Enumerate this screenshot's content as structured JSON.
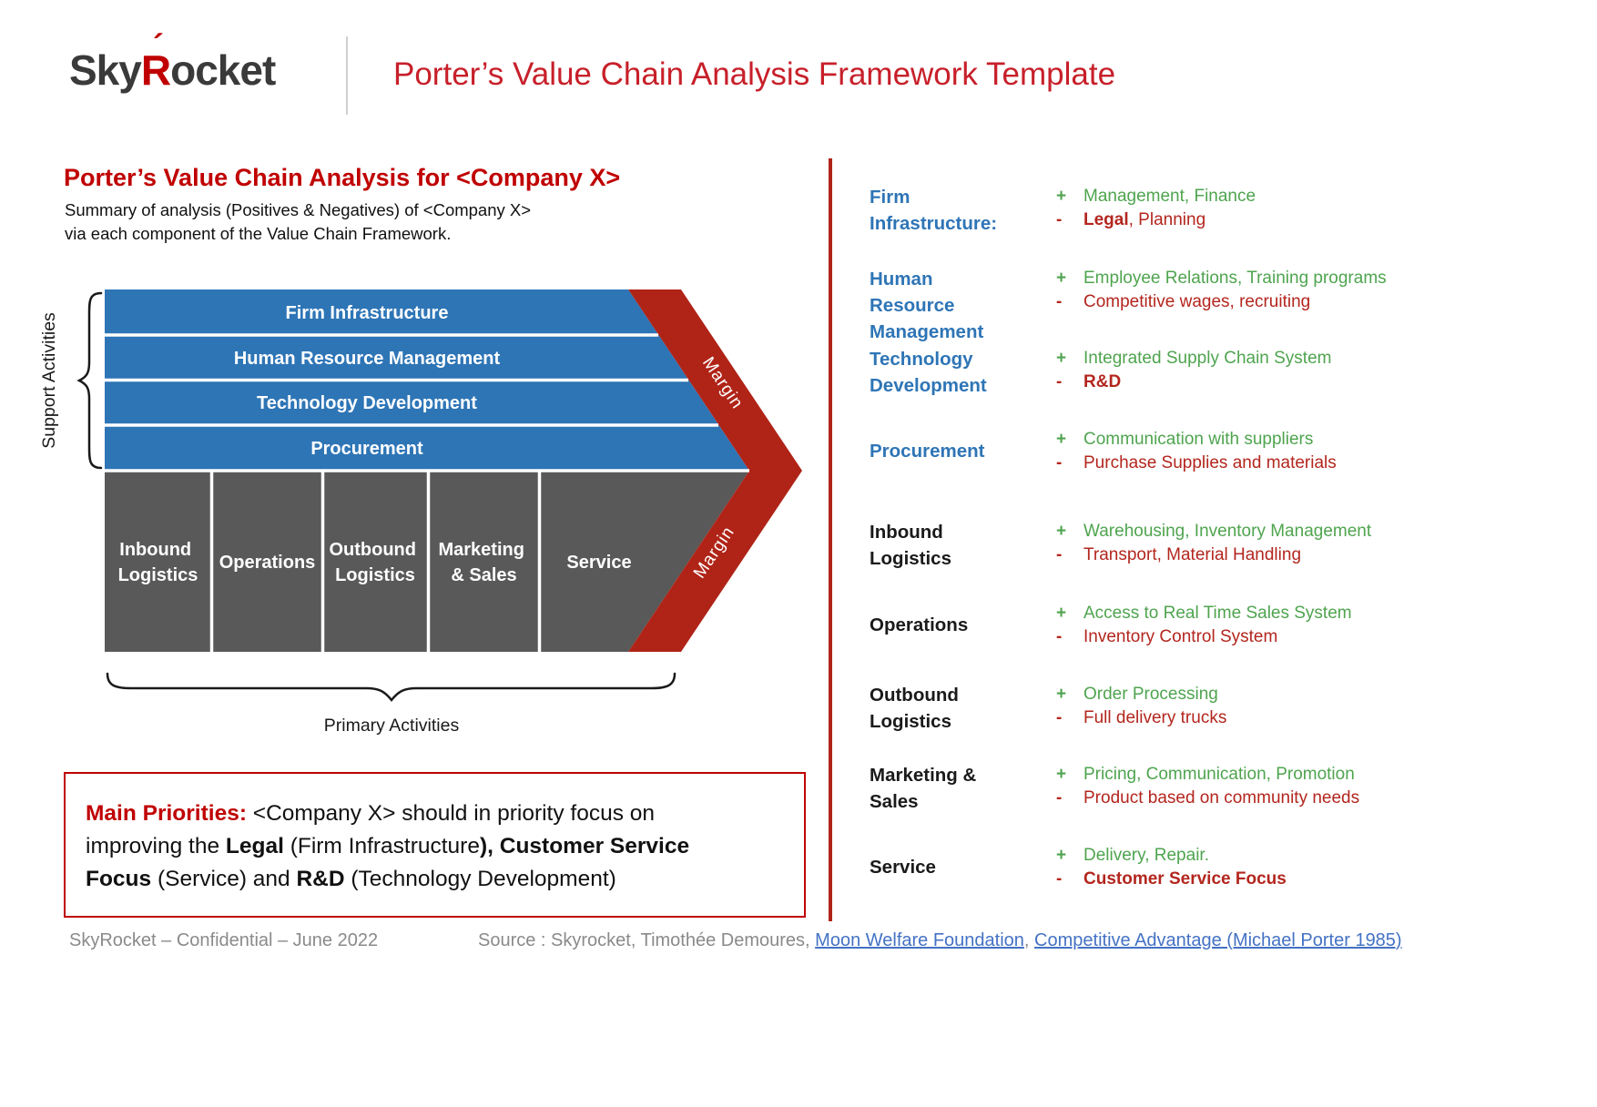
{
  "header": {
    "logo_sky": "Sky",
    "logo_r": "R",
    "logo_accent": "´",
    "logo_ocket": "ocket",
    "title": "Porter’s Value Chain Analysis Framework Template"
  },
  "analysis": {
    "heading": "Porter’s Value Chain Analysis for <Company X>",
    "subtitle1": "Summary of analysis (Positives & Negatives) of <Company X>",
    "subtitle2": "via each component of the Value Chain Framework."
  },
  "diagram": {
    "support_label": "Support Activities",
    "primary_label": "Primary Activities",
    "margin": "Margin",
    "support_rows": [
      "Firm Infrastructure",
      "Human Resource Management",
      "Technology Development",
      "Procurement"
    ],
    "columns": {
      "c1l1": "Inbound",
      "c1l2": "Logistics",
      "c2l1": "Operations",
      "c3l1": "Outbound",
      "c3l2": "Logistics",
      "c4l1": "Marketing",
      "c4l2": "& Sales",
      "c5l1": "Service"
    },
    "colors": {
      "support": "#2E75B6",
      "primary": "#595959",
      "margin": "#B02418"
    }
  },
  "priorities": {
    "segments": [
      {
        "text": "Main Priorities: ",
        "bold": true,
        "color": "#C00000"
      },
      {
        "text": "<Company X> should in priority focus on improving the "
      },
      {
        "text": "Legal",
        "bold": true
      },
      {
        "text": " (Firm Infrastructure"
      },
      {
        "text": "), Customer Service Focus",
        "bold": true
      },
      {
        "text": " (Service) and "
      },
      {
        "text": "R&D",
        "bold": true
      },
      {
        "text": " (Technology Development)"
      }
    ]
  },
  "panel": {
    "plus_sign": "+",
    "minus_sign": "-",
    "rows": [
      {
        "heading": "Firm Infrastructure:",
        "heading_color": "#2E75B6",
        "plus": [
          {
            "text": "Management, Finance"
          }
        ],
        "minus": [
          {
            "text": "Legal",
            "bold": true
          },
          {
            "text": ", Planning"
          }
        ]
      },
      {
        "heading": "Human Resource Management",
        "heading_color": "#2E75B6",
        "plus": [
          {
            "text": "Employee Relations, Training programs"
          }
        ],
        "minus": [
          {
            "text": "Competitive wages, recruiting"
          }
        ]
      },
      {
        "heading": "Technology Development",
        "heading_color": "#2E75B6",
        "plus": [
          {
            "text": "Integrated Supply Chain System"
          }
        ],
        "minus": [
          {
            "text": "R&D",
            "bold": true
          }
        ]
      },
      {
        "heading": "Procurement",
        "heading_color": "#2E75B6",
        "plus": [
          {
            "text": "Communication with suppliers"
          }
        ],
        "minus": [
          {
            "text": "Purchase Supplies and materials"
          }
        ]
      },
      {
        "heading": "Inbound Logistics",
        "heading_color": "#1a1a1a",
        "plus": [
          {
            "text": "Warehousing, Inventory Management"
          }
        ],
        "minus": [
          {
            "text": "Transport, Material Handling"
          }
        ]
      },
      {
        "heading": "Operations",
        "heading_color": "#1a1a1a",
        "plus": [
          {
            "text": "Access to Real Time Sales System"
          }
        ],
        "minus": [
          {
            "text": "Inventory Control System"
          }
        ]
      },
      {
        "heading": "Outbound Logistics",
        "heading_color": "#1a1a1a",
        "plus": [
          {
            "text": "Order Processing"
          }
        ],
        "minus": [
          {
            "text": "Full delivery trucks"
          }
        ]
      },
      {
        "heading": "Marketing & Sales",
        "heading_color": "#1a1a1a",
        "plus": [
          {
            "text": "Pricing, Communication, Promotion"
          }
        ],
        "minus": [
          {
            "text": "Product based on community needs"
          }
        ]
      },
      {
        "heading": "Service",
        "heading_color": "#1a1a1a",
        "plus": [
          {
            "text": "Delivery, Repair."
          }
        ],
        "minus": [
          {
            "text": "Customer Service Focus",
            "bold": true
          }
        ]
      }
    ]
  },
  "footer": {
    "left": "SkyRocket – Confidential – June 2022",
    "source_prefix": "Source : Skyrocket, Timothée Demoures, ",
    "link1": "Moon Welfare Foundation",
    "separator": ", ",
    "link2": "Competitive Advantage (Michael Porter 1985)"
  }
}
